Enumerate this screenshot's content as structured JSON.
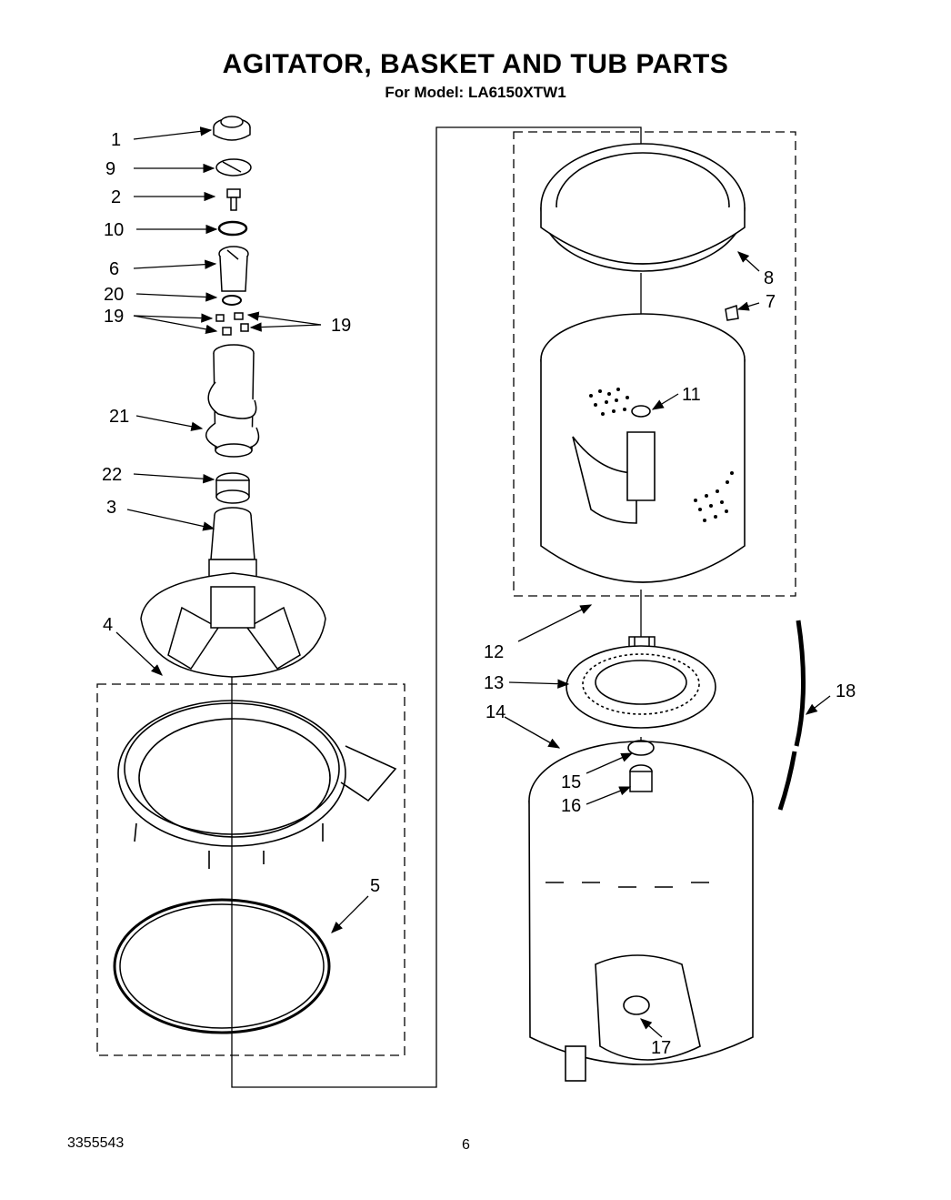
{
  "header": {
    "title": "AGITATOR, BASKET AND TUB PARTS",
    "subtitle": "For Model: LA6150XTW1"
  },
  "footer": {
    "doc_number": "3355543",
    "page_number": "6"
  },
  "callouts": {
    "c1": "1",
    "c9": "9",
    "c2": "2",
    "c10": "10",
    "c6": "6",
    "c20": "20",
    "c19a": "19",
    "c19b": "19",
    "c21": "21",
    "c22": "22",
    "c3": "3",
    "c4": "4",
    "c5": "5",
    "c8": "8",
    "c7": "7",
    "c11": "11",
    "c12": "12",
    "c13": "13",
    "c14": "14",
    "c15": "15",
    "c16": "16",
    "c17": "17",
    "c18": "18"
  }
}
